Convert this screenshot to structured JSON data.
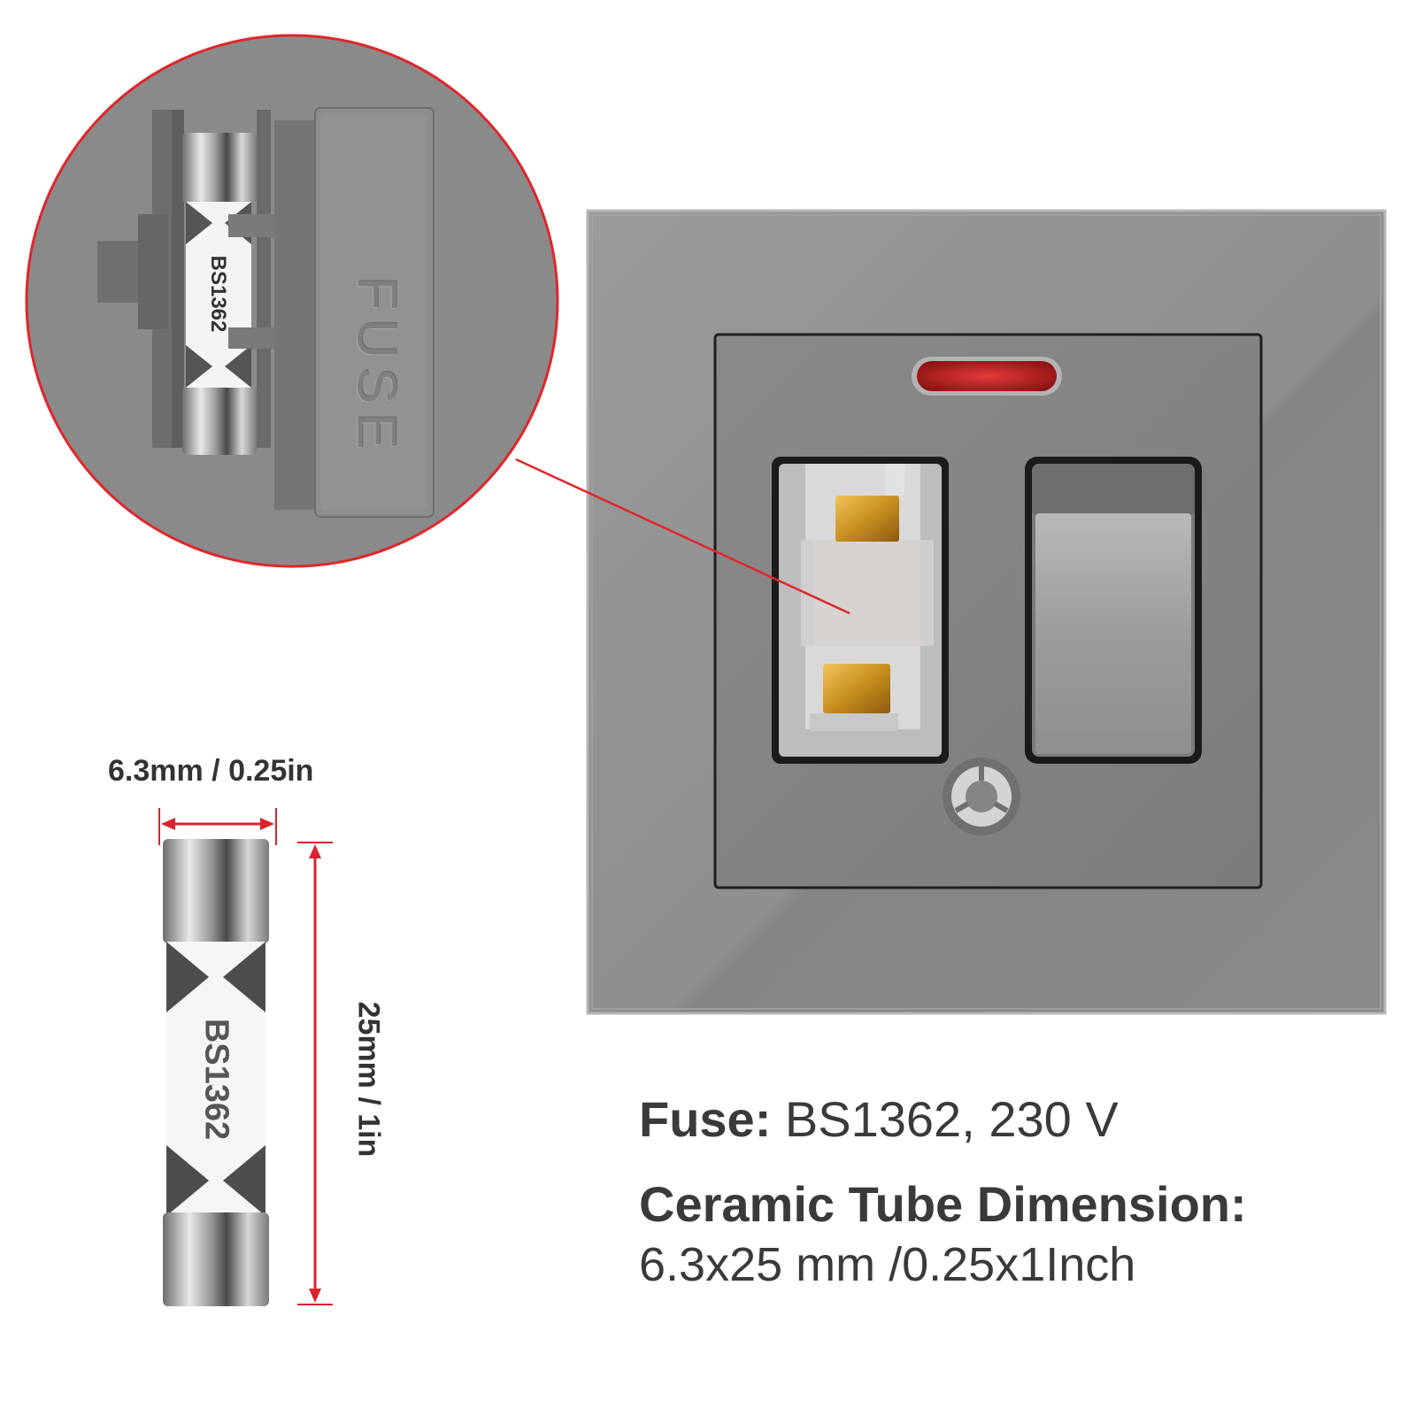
{
  "callout_fuse_carrier": {
    "carrier_label": "FUSE",
    "fuse_label": "BS1362"
  },
  "fuse_dimensions": {
    "width_label": "6.3mm / 0.25in",
    "length_label": "25mm / 1in",
    "fuse_label": "BS1362"
  },
  "specs": {
    "fuse_heading": "Fuse:",
    "fuse_value": "BS1362, 230 V",
    "dimension_heading": "Ceramic Tube Dimension:",
    "dimension_value": "6.3x25 mm /0.25x1Inch"
  },
  "colors": {
    "callout_ring": "#e0262b",
    "dimension_arrows": "#d9232e",
    "plate_grey": "#8f8f8f",
    "indicator_red": "#c81c1c",
    "terminal_gold": "#d3a030"
  },
  "icons": {
    "neon_indicator": "red-neon-indicator-icon",
    "cable_outlet": "cable-outlet-icon",
    "rocker_switch": "rocker-switch-icon"
  }
}
